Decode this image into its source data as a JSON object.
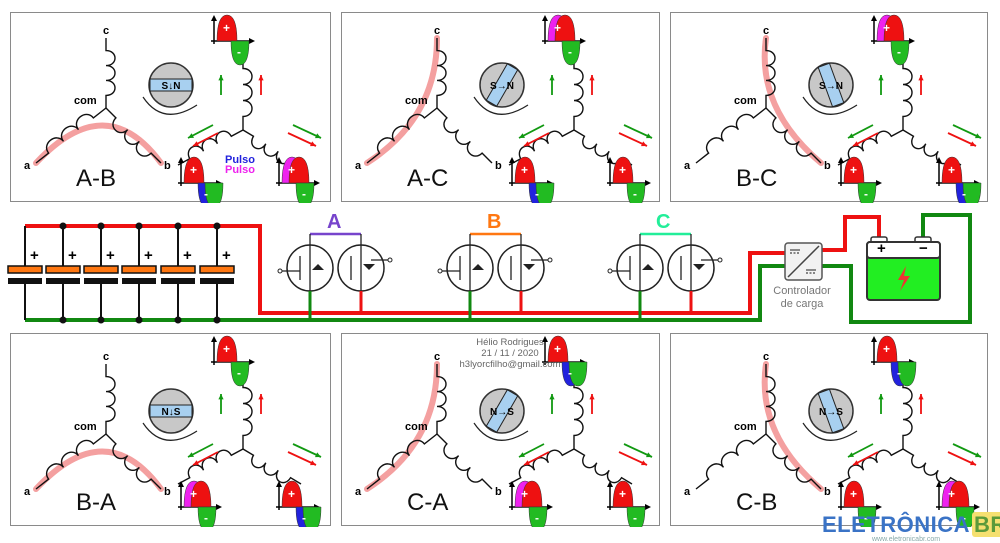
{
  "title": "Sequência de comutação de motor BLDC trifásico",
  "panels": [
    {
      "label": "A-B",
      "rotor": "S↓N",
      "pulse_labels": [
        "Pulso",
        "Pulso"
      ]
    },
    {
      "label": "A-C",
      "rotor": "S→N"
    },
    {
      "label": "B-C",
      "rotor": "S→N"
    },
    {
      "label": "B-A",
      "rotor": "N↓S"
    },
    {
      "label": "C-A",
      "rotor": "N→S"
    },
    {
      "label": "C-B",
      "rotor": "N→S"
    }
  ],
  "coil": {
    "node_a": "a",
    "node_b": "b",
    "node_c": "c",
    "node_com": "com"
  },
  "signs": {
    "plus": "+",
    "minus": "-"
  },
  "pulse": {
    "blue": "Pulso",
    "magenta": "Pulso"
  },
  "credit": {
    "author": "Hélio Rodrigues",
    "date": "21 / 11 / 2020",
    "email": "h3lyorcfilho@gmail.com"
  },
  "bus": {
    "a": "A",
    "b": "B",
    "c": "C"
  },
  "capacitor_sign": "+",
  "controller": {
    "line1": "Controlador",
    "line2": "de carga"
  },
  "battery": {
    "plus": "+",
    "minus": "−"
  },
  "logo": {
    "text": "ELETRÔNICA",
    "suffix": "BR",
    "url": "www.eletronicabr.com"
  },
  "colors": {
    "positive_wire": "#ee1111",
    "negative_wire": "#118811",
    "bus_a": "#7744cc",
    "bus_b": "#ff7711",
    "bus_c": "#22ee99",
    "capacitor_plate": "#ff7711",
    "battery_fill": "#22ee22",
    "highlight_path": "#f4a0a0",
    "rotor_gray": "#c8c8c8",
    "magnet": "#a8d0f0"
  }
}
